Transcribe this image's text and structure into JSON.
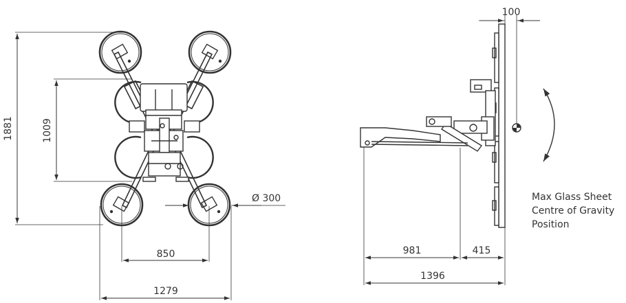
{
  "colors": {
    "line": "#333333",
    "fill": "#ffffff"
  },
  "dimensions": {
    "overall_height": "1881",
    "inner_height": "1009",
    "pad_diameter": "Ø 300",
    "inner_width": "850",
    "overall_width": "1279",
    "mast_offset": "100",
    "arm_length": "981",
    "head_depth": "415",
    "total_length": "1396"
  },
  "note": {
    "line1": "Max Glass Sheet",
    "line2": "Centre of Gravity",
    "line3": "Position"
  },
  "icons": [
    "rotation-arrow-icon",
    "centre-of-gravity-icon"
  ]
}
